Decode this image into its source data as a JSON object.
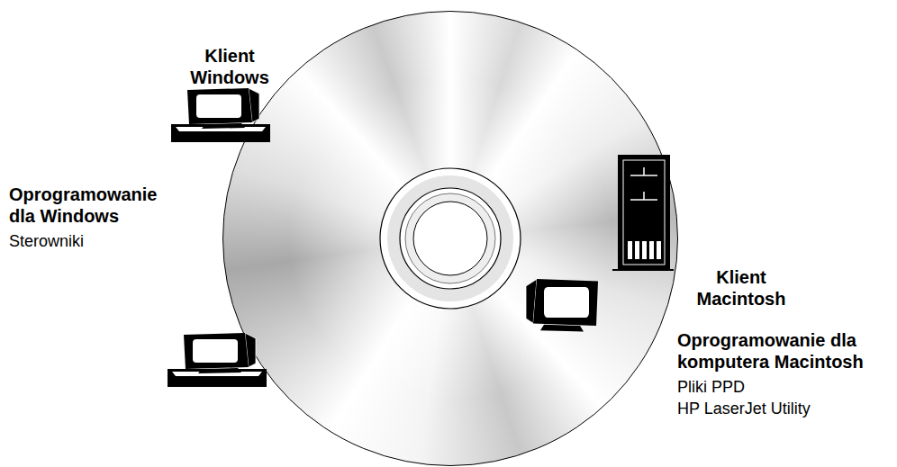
{
  "diagram": {
    "labels": [
      "Klient Windows",
      "Oprogramowanie dla Windows",
      "Sterowniki",
      "Klient Macintosh",
      "Oprogramowanie dla komputera Macintosh",
      "Pliki PPD",
      "HP LaserJet Utility"
    ]
  }
}
